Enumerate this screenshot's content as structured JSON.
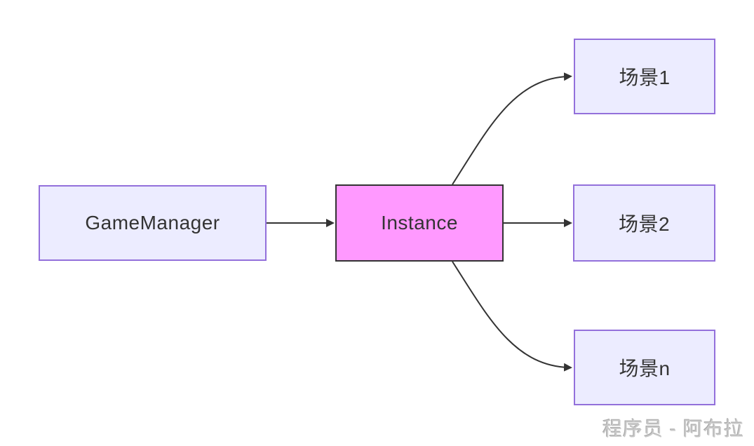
{
  "diagram": {
    "type": "flowchart",
    "direction": "left-to-right",
    "nodes": [
      {
        "id": "gamemanager",
        "label": "GameManager",
        "fill": "#ECECFF",
        "border": "#9370DB",
        "text_color": "#333333"
      },
      {
        "id": "instance",
        "label": "Instance",
        "fill": "#FF99FF",
        "border": "#333333",
        "text_color": "#333333"
      },
      {
        "id": "scene1",
        "label": "场景1",
        "fill": "#ECECFF",
        "border": "#9370DB",
        "text_color": "#333333"
      },
      {
        "id": "scene2",
        "label": "场景2",
        "fill": "#ECECFF",
        "border": "#9370DB",
        "text_color": "#333333"
      },
      {
        "id": "scenen",
        "label": "场景n",
        "fill": "#ECECFF",
        "border": "#9370DB",
        "text_color": "#333333"
      }
    ],
    "edges": [
      {
        "from": "GameManager",
        "to": "Instance",
        "style": "straight-arrow"
      },
      {
        "from": "Instance",
        "to": "场景1",
        "style": "curved-arrow"
      },
      {
        "from": "Instance",
        "to": "场景2",
        "style": "straight-arrow"
      },
      {
        "from": "Instance",
        "to": "场景n",
        "style": "curved-arrow"
      }
    ],
    "edge_color": "#333333",
    "background": "#ffffff"
  },
  "watermark": {
    "text": "程序员 - 阿布拉",
    "color": "#c9c9c9"
  }
}
